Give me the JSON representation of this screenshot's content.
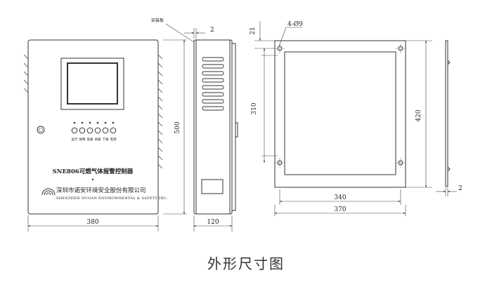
{
  "caption": "外形尺寸图",
  "front_view": {
    "model_label": "SNE806可燃气体报警控制器",
    "company_cn": "深圳市诺安环境安全股份有限公司",
    "company_en": "SHENZHEN NUOAN ENVIRONMENTAL & SAFETY INC.",
    "buttons": [
      {
        "label": "运行"
      },
      {
        "label": "故障"
      },
      {
        "label": "低报"
      },
      {
        "label": "高报"
      },
      {
        "label": "下报"
      },
      {
        "label": "电源"
      }
    ]
  },
  "dimensions": {
    "front_width": "380",
    "front_height": "500",
    "side_depth": "120",
    "mount_plate_note": "安装板",
    "mount_plate_thickness_top": "2",
    "mount_plate_thickness_right": "2",
    "top_offset": "21",
    "hole_spec": "4-Ø9",
    "hole_vertical_pitch": "310",
    "plate_height": "420",
    "hole_horizontal_pitch": "340",
    "plate_width": "370"
  }
}
